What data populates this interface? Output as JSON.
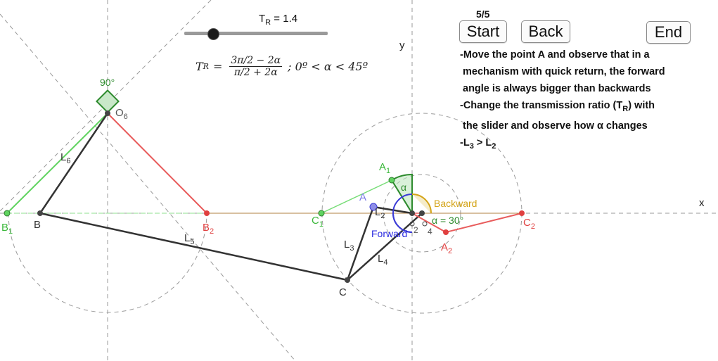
{
  "slider": {
    "label_main": "T",
    "label_sub": "R",
    "value": "1.4",
    "fraction": 0.2
  },
  "formula": {
    "lhs_main": "T",
    "lhs_sub": "R",
    "eq": "=",
    "num": "3π/2 − 2α",
    "den": "π/2 + 2α",
    "tail": "; 0º < α < 45º"
  },
  "step": "5/5",
  "buttons": {
    "start": "Start",
    "back": "Back",
    "end": "End"
  },
  "instructions": {
    "line1": "-Move the point A and observe that in a",
    "line2": "mechanism with quick return, the forward",
    "line3": "angle is always bigger than backwards",
    "line4_main": "-Change the transmission ratio (T",
    "line4_sub": "R",
    "line4_end": ") with",
    "line5": "the slider and observe how  α changes",
    "line6_a": "-L",
    "line6_a_sub": "3",
    "line6_b": " > L",
    "line6_b_sub": "2"
  },
  "axes": {
    "x": "x",
    "y": "y"
  },
  "labels": {
    "B1": [
      "B",
      "1"
    ],
    "B": [
      "B",
      ""
    ],
    "B2": [
      "B",
      "2"
    ],
    "O6": [
      "O",
      "6"
    ],
    "L6": [
      "L",
      "6"
    ],
    "L5": [
      "L",
      "5"
    ],
    "A1": [
      "A",
      "1"
    ],
    "A": [
      "A",
      ""
    ],
    "A2": [
      "A",
      "2"
    ],
    "C1": [
      "C",
      "1"
    ],
    "C": [
      "C",
      ""
    ],
    "C2": [
      "C",
      "2"
    ],
    "L2": [
      "L",
      "2"
    ],
    "L3": [
      "L",
      "3"
    ],
    "L4": [
      "L",
      "4"
    ],
    "O2": [
      "O",
      "2"
    ],
    "O4": [
      "O",
      "4"
    ],
    "alpha": "α",
    "alpha_eq": "α = 30°",
    "right_angle": "90°",
    "forward": "Forward",
    "backward": "Backward"
  },
  "colors": {
    "green": "#5fd35f",
    "red": "#e85c5c",
    "dark": "#333333",
    "blue": "#3b3bd6",
    "gold": "#d4a418",
    "lightgreen": "#77dd77",
    "brown": "#b08040"
  }
}
